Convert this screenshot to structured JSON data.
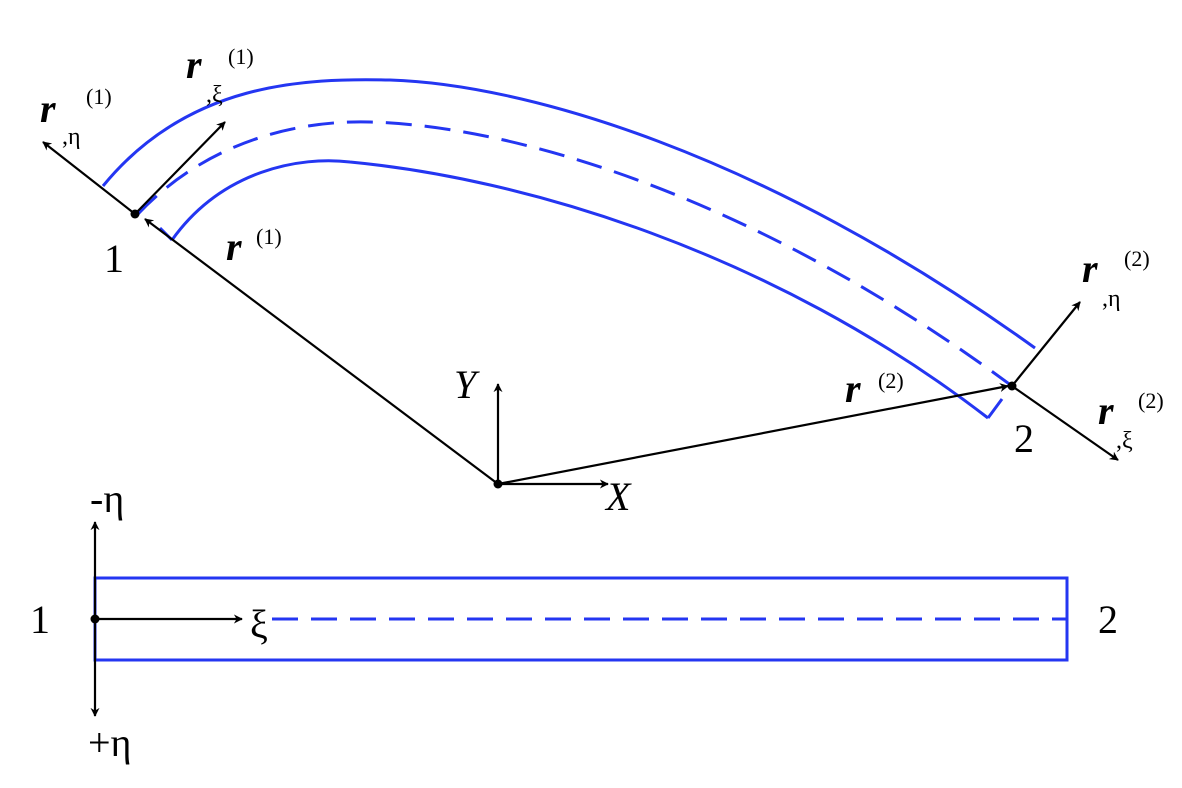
{
  "colors": {
    "beam": "#2436f2",
    "vector": "#000000",
    "background": "#ffffff"
  },
  "curved": {
    "node_1": "1",
    "node_2": "2",
    "axis_x": "X",
    "axis_y": "Y",
    "position_1": {
      "base": "r",
      "sup": "(1)"
    },
    "position_2": {
      "base": "r",
      "sup": "(2)"
    },
    "tangent_xi_1": {
      "base": "r",
      "sub": ",ξ",
      "sup": "(1)"
    },
    "tangent_eta_1": {
      "base": "r",
      "sub": ",η",
      "sup": "(1)"
    },
    "tangent_xi_2": {
      "base": "r",
      "sub": ",ξ",
      "sup": "(2)"
    },
    "tangent_eta_2": {
      "base": "r",
      "sub": ",η",
      "sup": "(2)"
    }
  },
  "straight": {
    "node_1": "1",
    "node_2": "2",
    "xi": "ξ",
    "eta_minus": "-η",
    "eta_plus": "+η"
  }
}
